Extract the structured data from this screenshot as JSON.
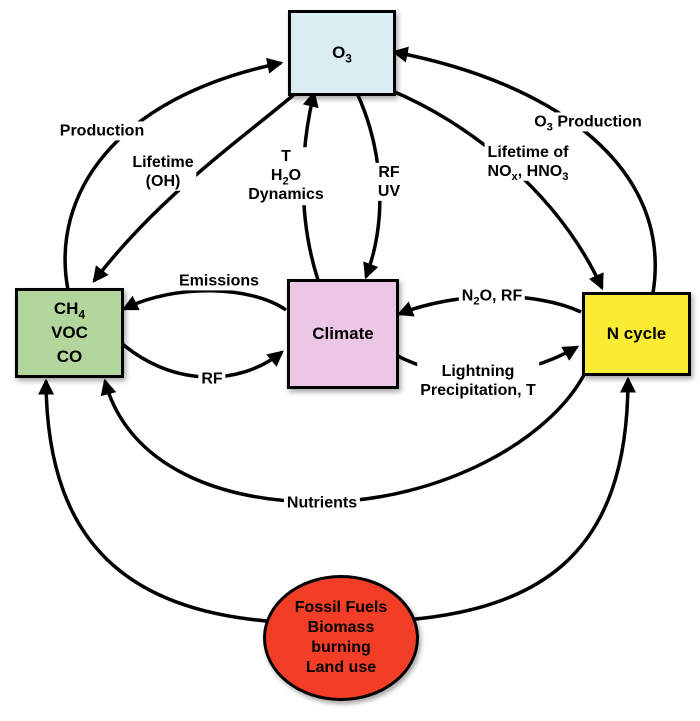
{
  "colors": {
    "o3_fill": "#d9edf3",
    "carbon_fill": "#b3d69c",
    "climate_fill": "#ebc7e5",
    "ncycle_fill": "#f9ec33",
    "sources_fill": "#f23d27",
    "line": "#000000"
  },
  "boxes": {
    "o3": {
      "label": [
        {
          "t": "O"
        },
        {
          "t": "3",
          "sub": true
        }
      ]
    },
    "carbon": {
      "line1": [
        {
          "t": "CH"
        },
        {
          "t": "4",
          "sub": true
        }
      ],
      "line2": "VOC",
      "line3": "CO"
    },
    "climate": {
      "label": "Climate"
    },
    "ncycle": {
      "label": "N cycle"
    },
    "sources": {
      "line1": "Fossil Fuels",
      "line2": "Biomass",
      "line3": "burning",
      "line4": "Land use"
    }
  },
  "edge_labels": {
    "production": "Production",
    "lifetime_oh_1": "Lifetime",
    "lifetime_oh_2": "(OH)",
    "t": "T",
    "h2o": [
      {
        "t": "H"
      },
      {
        "t": "2",
        "sub": true
      },
      {
        "t": "O"
      }
    ],
    "dynamics": "Dynamics",
    "rf_uv_1": "RF",
    "rf_uv_2": "UV",
    "o3_production": [
      {
        "t": "O"
      },
      {
        "t": "3",
        "sub": true
      },
      {
        "t": " Production"
      }
    ],
    "lifetime_nox_1": "Lifetime of",
    "lifetime_nox_2": [
      {
        "t": "NO"
      },
      {
        "t": "x",
        "sub": true
      },
      {
        "t": ", HNO"
      },
      {
        "t": "3",
        "sub": true
      }
    ],
    "emissions": "Emissions",
    "rf": "RF",
    "n2o_rf": [
      {
        "t": "N"
      },
      {
        "t": "2",
        "sub": true
      },
      {
        "t": "O, RF"
      }
    ],
    "lightning_1": "Lightning",
    "lightning_2": "Precipitation, T",
    "nutrients": "Nutrients"
  }
}
